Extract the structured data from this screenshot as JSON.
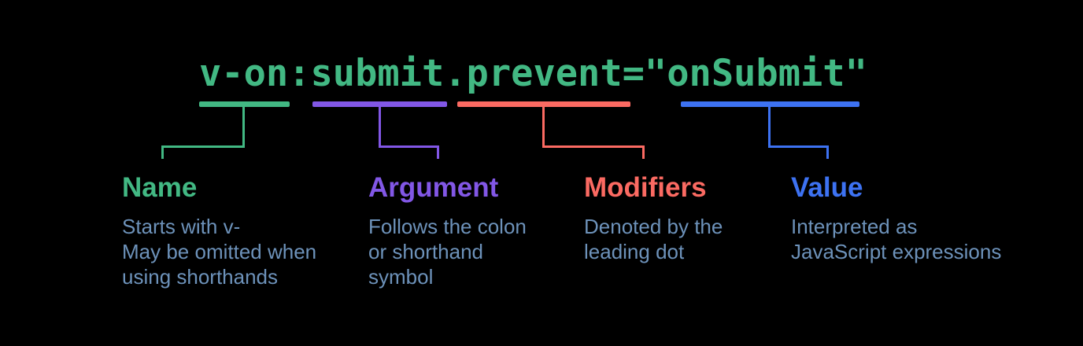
{
  "code": {
    "text": "v-on:submit.prevent=\"onSubmit\""
  },
  "colors": {
    "code": "#42b883",
    "description": "#6d92ba",
    "background": "#000000"
  },
  "sections": [
    {
      "id": "name",
      "label": "Name",
      "code_part": "v-on",
      "color": "#42b883",
      "description": "Starts with v-\nMay be omitted when\nusing shorthands"
    },
    {
      "id": "argument",
      "label": "Argument",
      "code_part": "submit",
      "color": "#8257e6",
      "description": "Follows the colon\nor shorthand\nsymbol"
    },
    {
      "id": "modifiers",
      "label": "Modifiers",
      "code_part": ".prevent",
      "color": "#fb6a62",
      "description": "Denoted by the\nleading dot"
    },
    {
      "id": "value",
      "label": "Value",
      "code_part": "onSubmit",
      "color": "#3d72f2",
      "description": "Interpreted as\nJavaScript expressions"
    }
  ]
}
